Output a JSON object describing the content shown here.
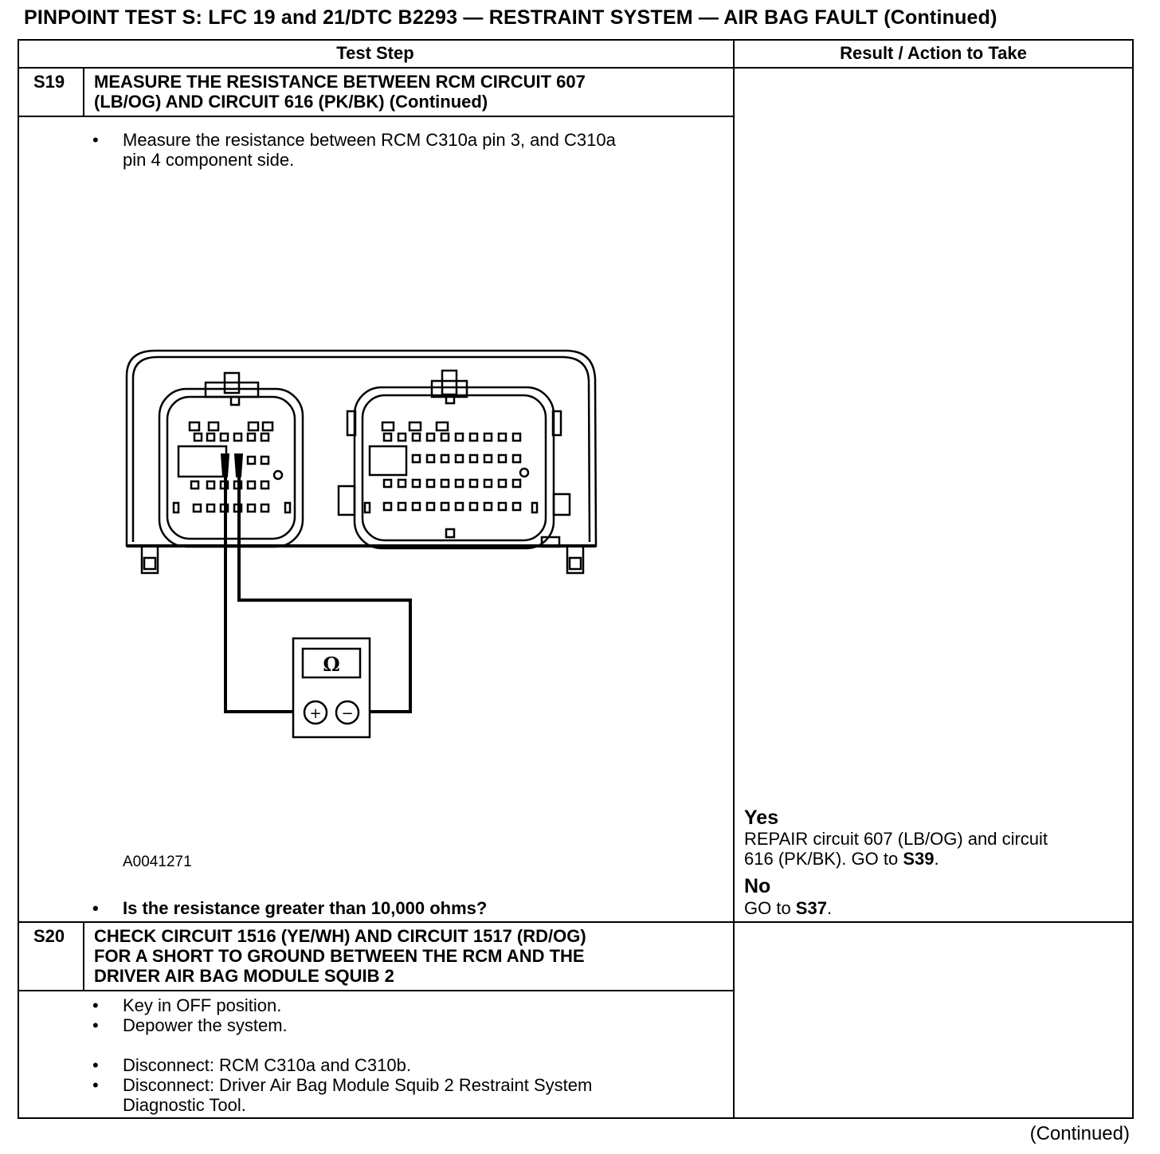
{
  "page": {
    "title": "PINPOINT TEST  S:  LFC 19 and 21/DTC B2293 — RESTRAINT SYSTEM — AIR BAG FAULT (Continued)",
    "footer": "(Continued)"
  },
  "table": {
    "headers": [
      "Test Step",
      "Result / Action to Take"
    ],
    "steps": [
      {
        "id": "S19",
        "title": "MEASURE THE RESISTANCE BETWEEN RCM CIRCUIT 607\n(LB/OG) AND CIRCUIT 616 (PK/BK) (Continued)",
        "bullets": [
          "Measure the resistance between RCM C310a pin 3, and C310a\npin 4 component side."
        ],
        "figure_id": "A0041271",
        "meter_symbol": "Ω",
        "meter_plus": "+",
        "meter_minus": "−",
        "question": "Is the resistance greater than 10,000 ohms?",
        "results": [
          {
            "label": "Yes",
            "text_before": "REPAIR circuit 607 (LB/OG) and circuit\n616 (PK/BK). GO to ",
            "ref": "S39",
            "text_after": "."
          },
          {
            "label": "No",
            "text_before": "GO to ",
            "ref": "S37",
            "text_after": "."
          }
        ]
      },
      {
        "id": "S20",
        "title": "CHECK CIRCUIT 1516 (YE/WH) AND CIRCUIT 1517 (RD/OG)\nFOR A SHORT TO GROUND BETWEEN THE RCM AND THE\nDRIVER AIR BAG MODULE SQUIB 2",
        "bullets": [
          "Key in OFF position.",
          "Depower the system.",
          "Disconnect: RCM C310a and C310b.",
          "Disconnect: Driver Air Bag Module Squib 2 Restraint System\nDiagnostic Tool."
        ]
      }
    ]
  }
}
